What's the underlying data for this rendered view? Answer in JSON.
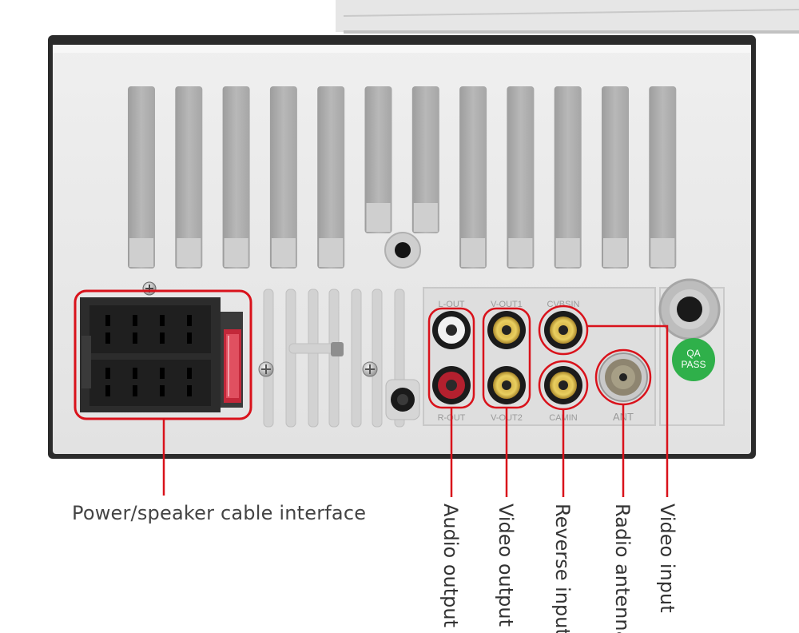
{
  "jacks": {
    "top": [
      "L-OUT",
      "V-OUT1",
      "CVBSIN"
    ],
    "bottom": [
      "R-OUT",
      "V-OUT2",
      "CAMIN"
    ],
    "antenna": "ANT"
  },
  "badge": {
    "line1": "QA",
    "line2": "PASS"
  },
  "callouts": {
    "power": "Power/speaker cable interface",
    "audio_output": "Audio output",
    "video_output": "Video output",
    "reverse_input": "Reverse input",
    "radio_antenna": "Radio antenna",
    "video_input": "Video input"
  },
  "colors": {
    "highlight": "#d9121b",
    "badge": "#2fb04a",
    "panel": "#e4e4e4"
  }
}
